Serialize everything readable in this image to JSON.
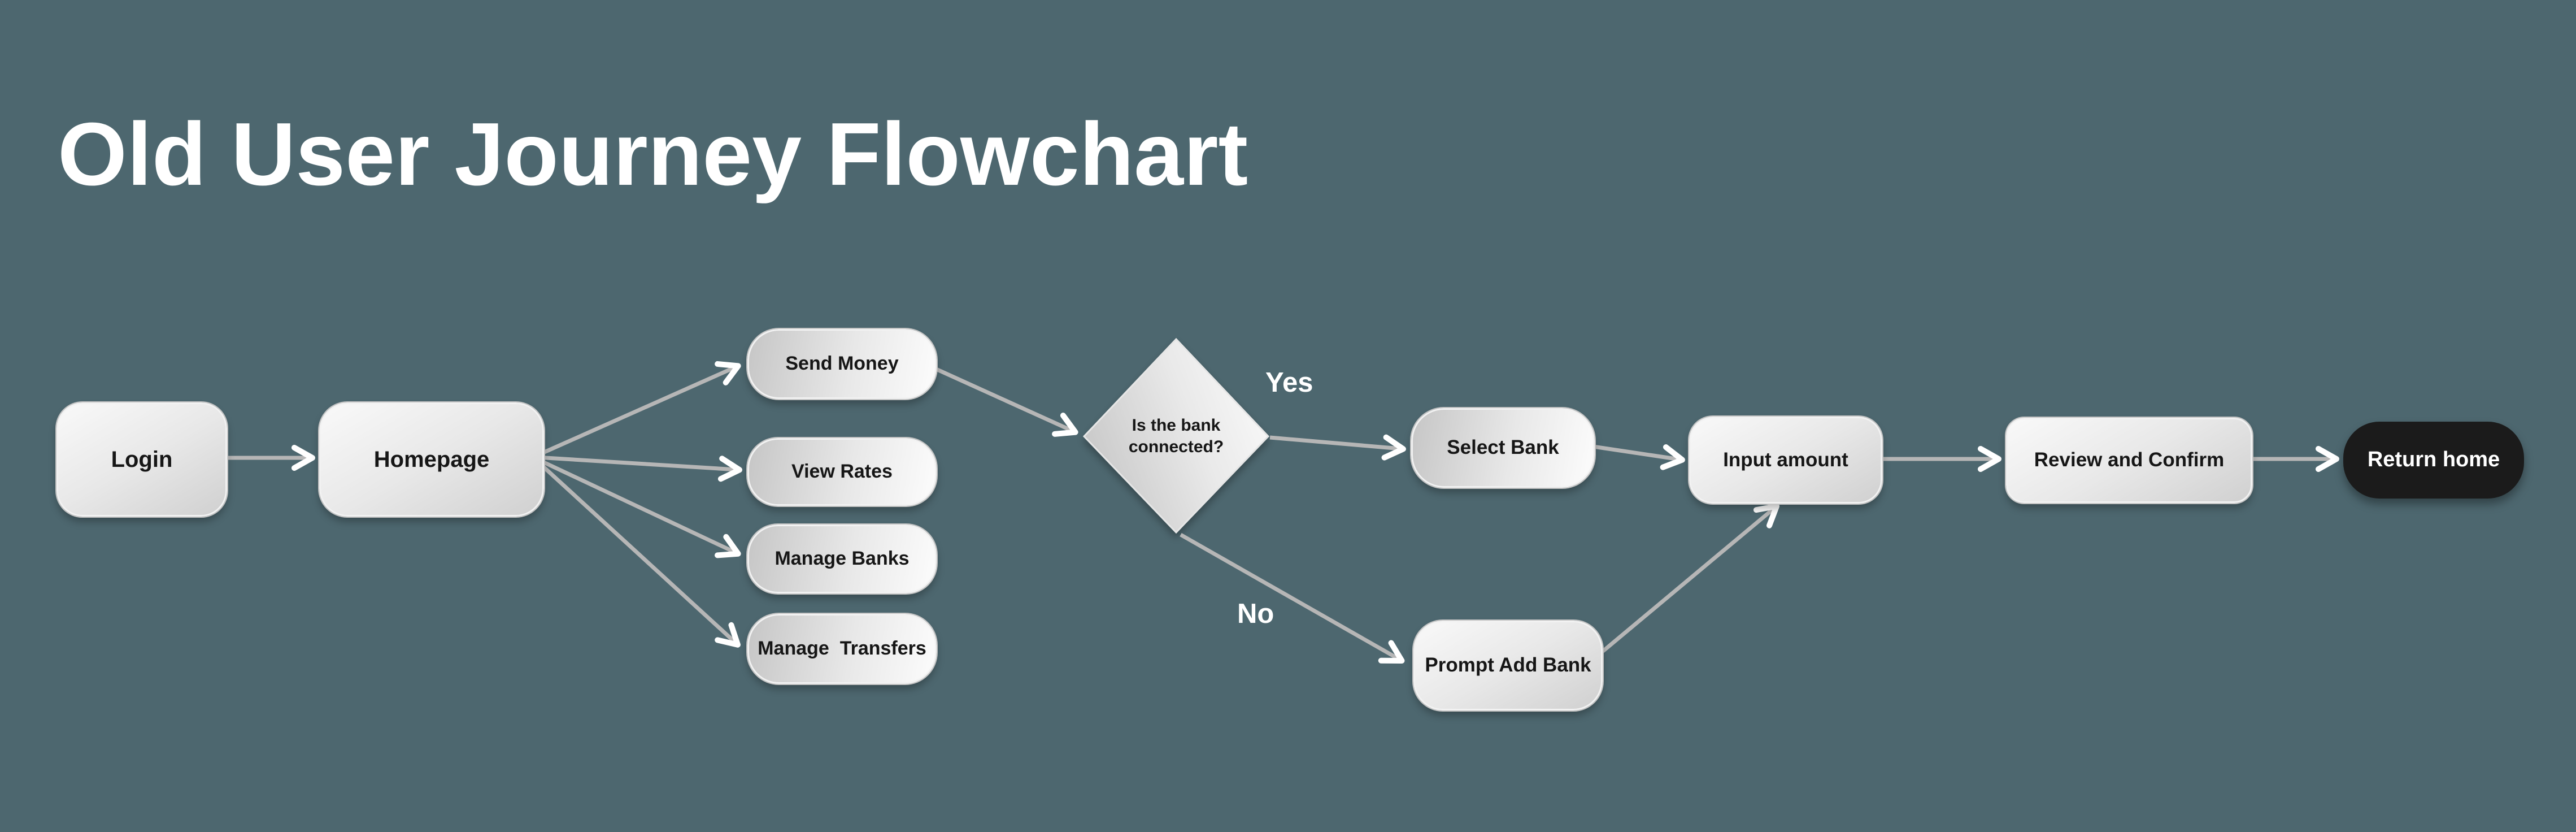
{
  "title": "Old User Journey Flowchart",
  "nodes": {
    "login": {
      "label": "Login",
      "type": "process"
    },
    "homepage": {
      "label": "Homepage",
      "type": "process"
    },
    "send_money": {
      "label": "Send Money",
      "type": "process"
    },
    "view_rates": {
      "label": "View Rates",
      "type": "process"
    },
    "manage_banks": {
      "label": "Manage Banks",
      "type": "process"
    },
    "manage_transfers": {
      "label": "Manage  Transfers",
      "type": "process"
    },
    "decision": {
      "label": "Is the bank connected?",
      "type": "decision"
    },
    "select_bank": {
      "label": "Select Bank",
      "type": "process"
    },
    "input_amount": {
      "label": "Input amount",
      "type": "process"
    },
    "prompt_add_bank": {
      "label": "Prompt Add Bank",
      "type": "process"
    },
    "review_confirm": {
      "label": "Review and Confirm",
      "type": "process"
    },
    "return_home": {
      "label": "Return home",
      "type": "terminal"
    }
  },
  "edge_labels": {
    "yes": "Yes",
    "no": "No"
  },
  "edges": [
    {
      "from": "login",
      "to": "homepage"
    },
    {
      "from": "homepage",
      "to": "send_money"
    },
    {
      "from": "homepage",
      "to": "view_rates"
    },
    {
      "from": "homepage",
      "to": "manage_banks"
    },
    {
      "from": "homepage",
      "to": "manage_transfers"
    },
    {
      "from": "send_money",
      "to": "decision"
    },
    {
      "from": "decision",
      "to": "select_bank",
      "label": "Yes"
    },
    {
      "from": "decision",
      "to": "prompt_add_bank",
      "label": "No"
    },
    {
      "from": "select_bank",
      "to": "input_amount"
    },
    {
      "from": "prompt_add_bank",
      "to": "input_amount"
    },
    {
      "from": "input_amount",
      "to": "review_confirm"
    },
    {
      "from": "review_confirm",
      "to": "return_home"
    }
  ],
  "colors": {
    "background": "#4D676F",
    "node_text": "#161616",
    "title_text": "#FFFFFF",
    "terminal_bg": "#1B1B1B",
    "terminal_text": "#FFFFFF",
    "arrow_shaft": "#B6B6B6",
    "arrow_head": "#FFFFFF"
  }
}
